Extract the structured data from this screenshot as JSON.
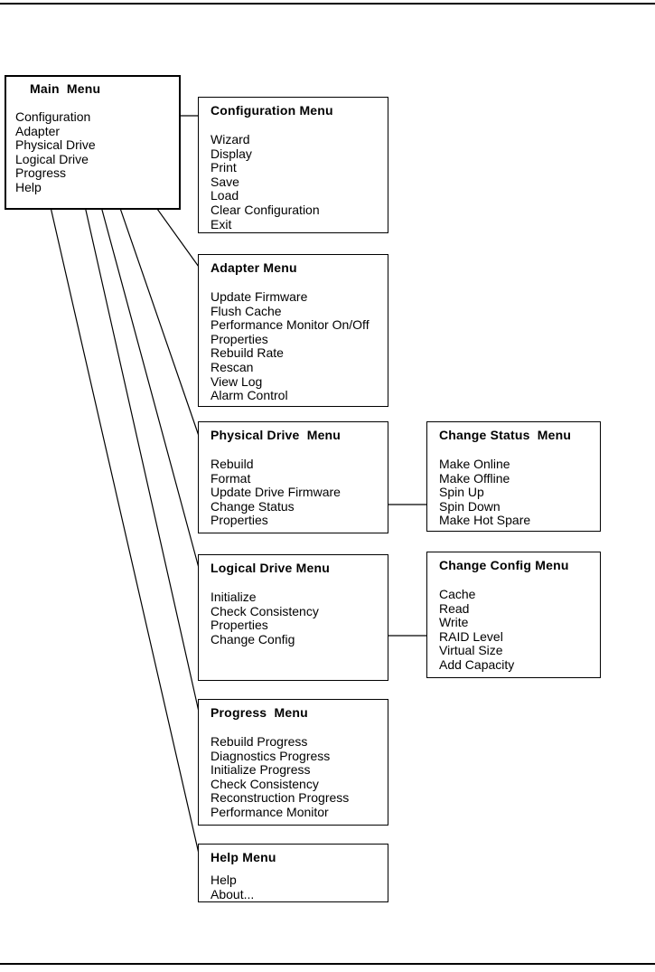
{
  "colors": {
    "background": "#ffffff",
    "text": "#000000",
    "border": "#000000",
    "connector_line": "#000000"
  },
  "menus": {
    "main": {
      "title": "Main  Menu",
      "items": [
        "Configuration",
        "Adapter",
        "Physical Drive",
        "Logical Drive",
        "Progress",
        "Help"
      ]
    },
    "configuration": {
      "title": "Configuration Menu",
      "items": [
        "Wizard",
        "Display",
        "Print",
        "Save",
        "Load",
        "Clear Configuration",
        "Exit"
      ]
    },
    "adapter": {
      "title": "Adapter Menu",
      "items": [
        "Update Firmware",
        "Flush Cache",
        "Performance Monitor On/Off",
        "Properties",
        "Rebuild Rate",
        "Rescan",
        "View Log",
        "Alarm Control"
      ]
    },
    "physical_drive": {
      "title": "Physical Drive  Menu",
      "items": [
        "Rebuild",
        "Format",
        "Update Drive Firmware",
        "Change Status",
        "Properties"
      ]
    },
    "change_status": {
      "title": "Change Status  Menu",
      "items": [
        "Make Online",
        "Make Offline",
        "Spin Up",
        "Spin Down",
        "Make Hot Spare"
      ]
    },
    "logical_drive": {
      "title": "Logical Drive Menu",
      "items": [
        "Initialize",
        "Check Consistency",
        "Properties",
        "Change Config"
      ]
    },
    "change_config": {
      "title": "Change Config Menu",
      "items": [
        "Cache",
        "Read",
        "Write",
        "RAID Level",
        "Virtual Size",
        "Add Capacity"
      ]
    },
    "progress": {
      "title": "Progress  Menu",
      "items": [
        "Rebuild Progress",
        "Diagnostics Progress",
        "Initialize Progress",
        "Check Consistency",
        "Reconstruction Progress",
        "Performance Monitor"
      ]
    },
    "help": {
      "title": "Help Menu",
      "items": [
        "Help",
        "About..."
      ]
    }
  },
  "connections": [
    {
      "from": "Configuration",
      "to": "Configuration Menu"
    },
    {
      "from": "Adapter",
      "to": "Adapter Menu"
    },
    {
      "from": "Physical Drive",
      "to": "Physical Drive Menu"
    },
    {
      "from": "Logical Drive",
      "to": "Logical Drive Menu"
    },
    {
      "from": "Progress",
      "to": "Progress Menu"
    },
    {
      "from": "Help",
      "to": "Help Menu"
    },
    {
      "from": "Change Status",
      "to": "Change Status Menu"
    },
    {
      "from": "Change Config",
      "to": "Change Config Menu"
    }
  ]
}
